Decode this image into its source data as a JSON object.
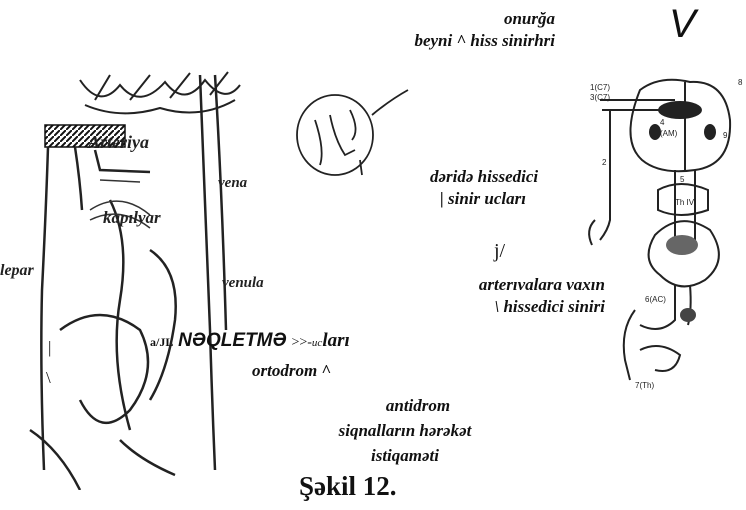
{
  "corner_mark": "V",
  "top_label": {
    "line1": "onurğa",
    "line2": "beyni ^ hiss sinirhri"
  },
  "right_labels": {
    "skin_line1": "dəridə hissedici",
    "skin_line2": "| sinir ucları",
    "stray_mark": "j/",
    "artery_line1": "arterıvalara vaxın",
    "artery_line2": "\\ hissedici siniri"
  },
  "center_label": {
    "prefix": "a/JL",
    "main": "NƏQLETMƏ",
    "arrow": ">>-",
    "small": "uc",
    "end": "ları"
  },
  "ortodrom": "ortodrom ^",
  "antidrom_block": {
    "line1": "antidrom",
    "line2": "siqnalların hərəkət",
    "line3": "istiqaməti"
  },
  "left_marks": {
    "pipe": "|",
    "backslash": "\\"
  },
  "caption": "Şəkil 12.",
  "vessel_diagram": {
    "arteriya": "Arteriya",
    "kapilyar": "kapılyar",
    "vena": "vena",
    "venula": "venula",
    "lepar": "lepar"
  },
  "spinal_diagram": {
    "n1": "1(C7)",
    "n2": "2",
    "n3": "3(C7)",
    "n4": "4",
    "n5": "5",
    "n7": "7(Th)",
    "n6": "6(AC)",
    "n8": "8",
    "n9": "9",
    "th4": "Th IV",
    "sym": "(AM)"
  }
}
